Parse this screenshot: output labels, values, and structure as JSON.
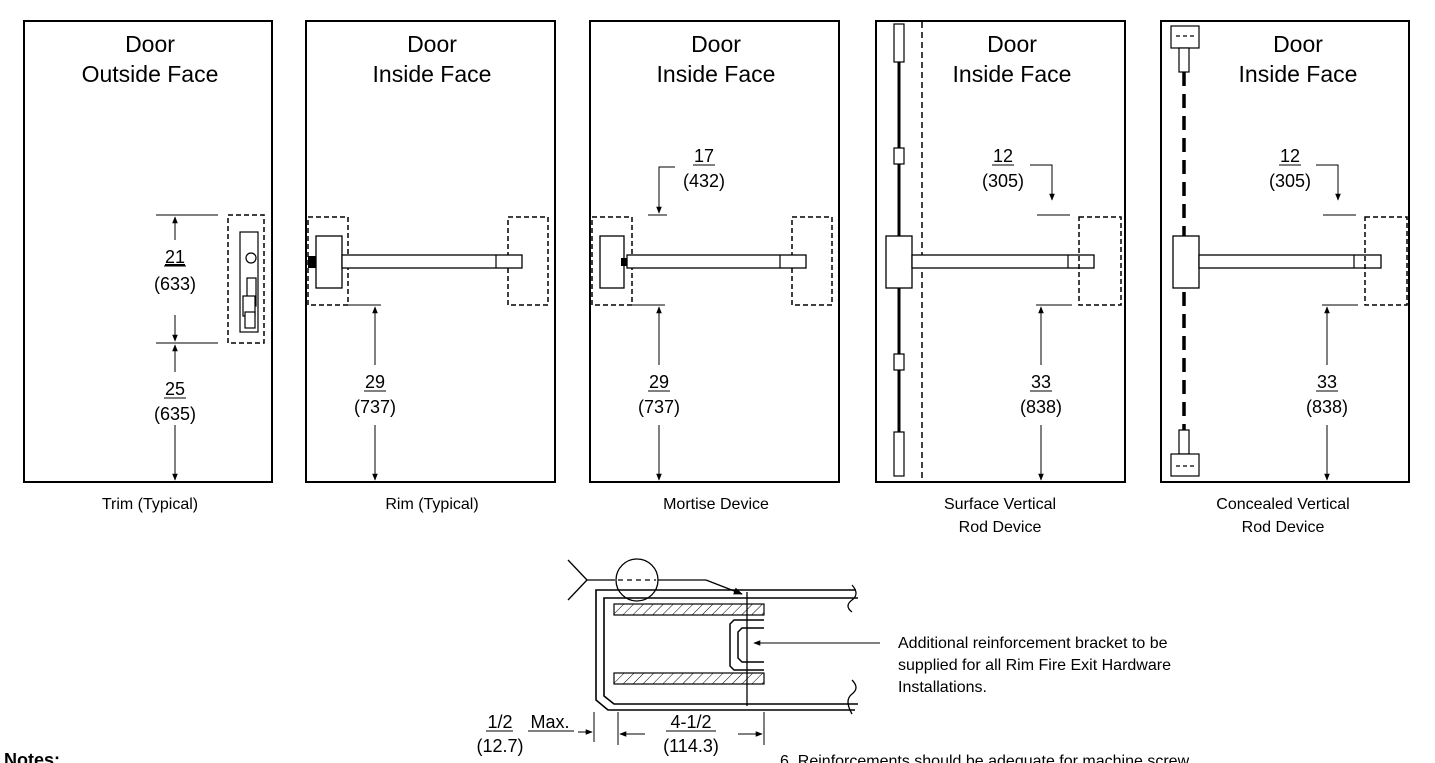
{
  "panels": [
    {
      "title_line1": "Door",
      "title_line2": "Outside Face",
      "caption_line1": "Trim (Typical)",
      "caption_line2": "",
      "dims": [
        {
          "num": "21",
          "mm": "(633)"
        },
        {
          "num": "25",
          "mm": "(635)"
        }
      ]
    },
    {
      "title_line1": "Door",
      "title_line2": "Inside Face",
      "caption_line1": "Rim (Typical)",
      "caption_line2": "",
      "dims": [
        {
          "num": "29",
          "mm": "(737)"
        }
      ]
    },
    {
      "title_line1": "Door",
      "title_line2": "Inside Face",
      "caption_line1": "Mortise Device",
      "caption_line2": "",
      "dims": [
        {
          "num": "17",
          "mm": "(432)"
        },
        {
          "num": "29",
          "mm": "(737)"
        }
      ]
    },
    {
      "title_line1": "Door",
      "title_line2": "Inside Face",
      "caption_line1": "Surface Vertical",
      "caption_line2": "Rod Device",
      "dims": [
        {
          "num": "12",
          "mm": "(305)"
        },
        {
          "num": "33",
          "mm": "(838)"
        }
      ]
    },
    {
      "title_line1": "Door",
      "title_line2": "Inside Face",
      "caption_line1": "Concealed Vertical",
      "caption_line2": "Rod Device",
      "dims": [
        {
          "num": "12",
          "mm": "(305)"
        },
        {
          "num": "33",
          "mm": "(838)"
        }
      ]
    }
  ],
  "section": {
    "callout_line1": "Additional reinforcement bracket to be",
    "callout_line2": "supplied for all Rim Fire Exit Hardware",
    "callout_line3": "Installations.",
    "edge_dim_num": "1/2",
    "edge_dim_max": "Max.",
    "edge_dim_mm": "(12.7)",
    "depth_dim_num": "4-1/2",
    "depth_dim_mm": "(114.3)"
  },
  "notes": {
    "heading": "Notes:",
    "note6": "6.   Reinforcements should be adequate for machine screw"
  }
}
